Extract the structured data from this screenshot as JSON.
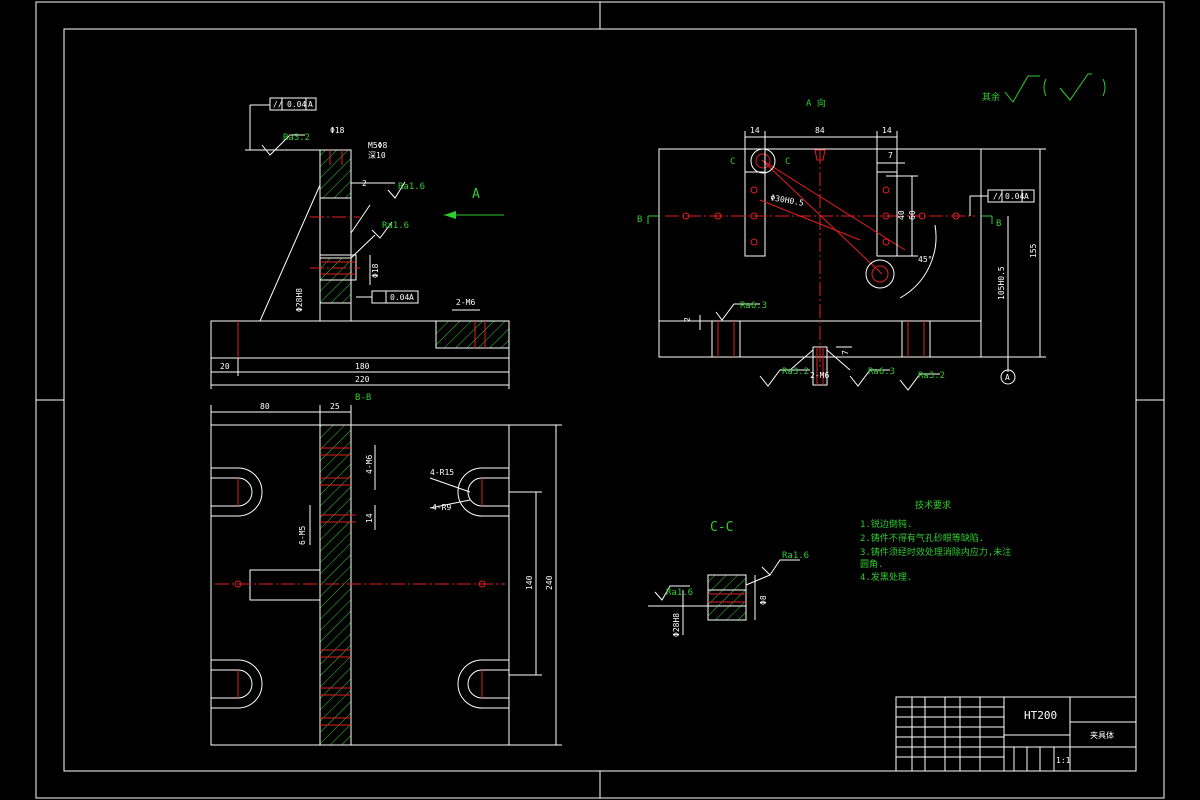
{
  "view_a": {
    "label": "A",
    "title": "A 向"
  },
  "tolerance": {
    "parallel": "//",
    "value": "0.04",
    "datum": "A"
  },
  "perp_tol": {
    "value": "0.04",
    "datum": "A"
  },
  "dims_top": {
    "d18": "Φ18",
    "m5": "M5Φ8",
    "depth": "深10",
    "two": "2",
    "phi18": "Φ18",
    "phi28": "Φ28H8",
    "m6": "2-M6",
    "w20": "20",
    "w180": "180",
    "w220": "220"
  },
  "roughness": {
    "ra32": "Ra3.2",
    "ra16": "Ra1.6",
    "ra63": "Ra6.3",
    "ra32b": "Ra3.2"
  },
  "bb": {
    "title": "B-B",
    "w80": "80",
    "w25": "25",
    "m6": "4-M6",
    "r15": "4-R15",
    "r9": "4-R9",
    "six_m5": "6-M5",
    "d14": "14",
    "h140": "140",
    "h240": "240"
  },
  "va": {
    "d14a": "14",
    "d84": "84",
    "d14b": "14",
    "d7": "7",
    "d40": "40",
    "d60": "60",
    "hole": "Φ30H0.5",
    "angle": "45°",
    "h155": "155",
    "h105": "105H0.5",
    "d2": "2",
    "d7b": "7",
    "c1": "C",
    "c2": "C",
    "b1": "B",
    "b2": "B",
    "datum_a": "A",
    "m6mark": "2-M6"
  },
  "cc": {
    "title": "C-C",
    "phi8": "Φ8",
    "phi28": "Φ28H8"
  },
  "surface_note": {
    "prefix": "其余"
  },
  "tech_req": {
    "title": "技术要求",
    "items": [
      "1.锐边倒钝.",
      "2.铸件不得有气孔砂眼等缺陷.",
      "3.铸件须经时效处理消除内应力,未注",
      "  圆角.",
      "4.发黑处理."
    ]
  },
  "title_block": {
    "material": "HT200",
    "part_name": "夹具体",
    "scale": "1:1"
  },
  "colors": {
    "white": "#ffffff",
    "red": "#e02020",
    "green": "#2ecc2e",
    "bg": "#000000"
  }
}
